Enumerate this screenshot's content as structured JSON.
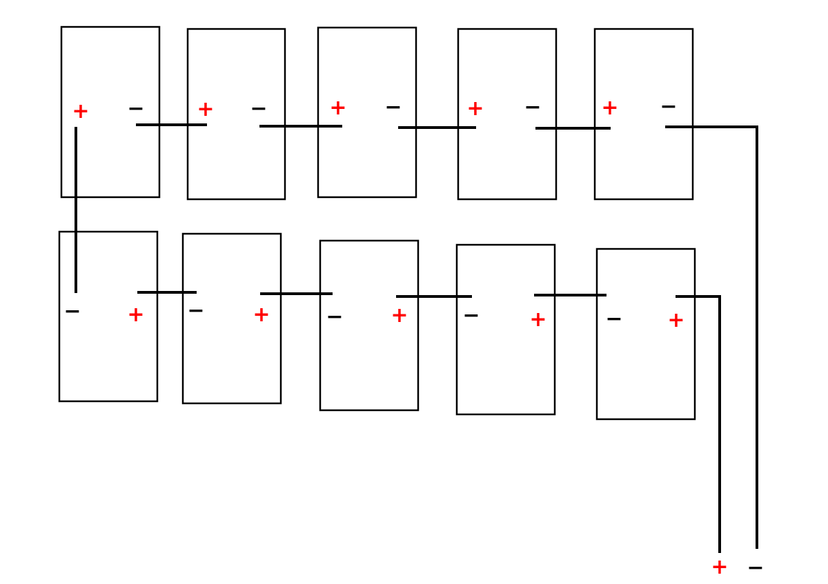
{
  "diagram": {
    "type": "battery-series-wiring",
    "colors": {
      "background": "#ffffff",
      "outline": "#000000",
      "wire": "#000000",
      "positive": "#ff0000",
      "negative": "#000000"
    },
    "terminals": {
      "positive_symbol": "+",
      "negative_symbol": "−"
    },
    "rows": [
      {
        "name": "top-row",
        "batteries": [
          {
            "left": "+",
            "right": "−"
          },
          {
            "left": "+",
            "right": "−"
          },
          {
            "left": "+",
            "right": "−"
          },
          {
            "left": "+",
            "right": "−"
          },
          {
            "left": "+",
            "right": "−"
          }
        ]
      },
      {
        "name": "bottom-row",
        "batteries": [
          {
            "left": "−",
            "right": "+"
          },
          {
            "left": "−",
            "right": "+"
          },
          {
            "left": "−",
            "right": "+"
          },
          {
            "left": "−",
            "right": "+"
          },
          {
            "left": "−",
            "right": "+"
          }
        ]
      }
    ],
    "output_terminals": {
      "positive": "+",
      "negative": "−"
    }
  }
}
